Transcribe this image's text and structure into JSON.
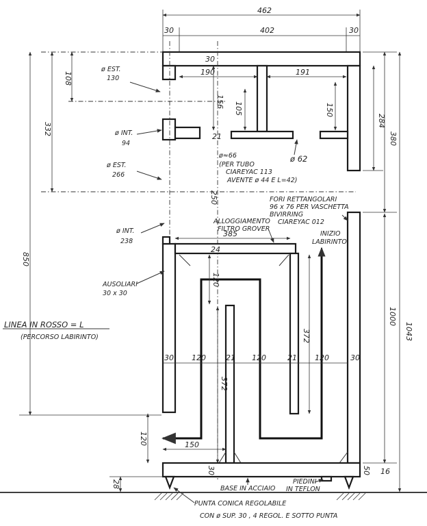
{
  "dims": {
    "overall_width": "462",
    "side_left": "30",
    "inner_width": "402",
    "side_right": "30",
    "top_board": "30",
    "left_bay": "190",
    "right_bay": "191",
    "shelf_top": "108",
    "shelf_mid": "156",
    "div_left": "105",
    "div_right": "150",
    "board_small": "21",
    "gap_250": "250",
    "upper_height": "332",
    "right_284": "284",
    "right_380": "380",
    "total_height": "850",
    "lower_height": "1000",
    "overall_height": "1043",
    "shelf_inner": "385",
    "shelf_24": "24",
    "lab_120": "120",
    "bottom_30_a": "30",
    "bottom_120_a": "120",
    "bottom_21_a": "21",
    "bottom_120_b": "120",
    "bottom_21_b": "21",
    "bottom_120_c": "120",
    "bottom_30_b": "30",
    "lab_372_a": "372",
    "lab_372_b": "372",
    "left_120": "120",
    "base_150": "150",
    "base_30": "30",
    "base_28": "28",
    "right_50": "50",
    "right_16": "16"
  },
  "notes": {
    "d_est_130_a": "ø EST.",
    "d_est_130_b": "130",
    "d_int_94_a": "ø INT.",
    "d_int_94_b": "94",
    "d_est_266_a": "ø EST.",
    "d_est_266_b": "266",
    "d_int_238_a": "ø INT.",
    "d_int_238_b": "238",
    "hole_66_a": "ø≈66",
    "hole_66_b": "(PER TUBO",
    "hole_66_c": "CIAREYAC 113",
    "hole_66_d": "AVENTE ø 44 E L=42)",
    "hole_62": "ø 62",
    "fori_a": "FORI RETTANGOLARI",
    "fori_b": "96 x 76 PER VASCHETTA",
    "fori_c": "BIVIRRING",
    "fori_d": "CIAREYAC 012",
    "filtro_a": "ALLOGGIAMENTO",
    "filtro_b": "FILTRO GROVER",
    "inizio_a": "INIZIO",
    "inizio_b": "LABIRINTO",
    "ausilio_a": "AUSOLIARI",
    "ausilio_b": "30 x 30",
    "linea_a": "LINEA IN ROSSO = L",
    "linea_b": "(PERCORSO LABIRINTO)",
    "base_label": "BASE IN ACCIAIO",
    "piedini_a": "PIEDINI",
    "piedini_b": "IN TEFLON",
    "punta_a": "PUNTA CONICA REGOLABILE",
    "punta_b": "CON ø SUP. 30 , 4 REGOL. E SOTTO PUNTA"
  }
}
